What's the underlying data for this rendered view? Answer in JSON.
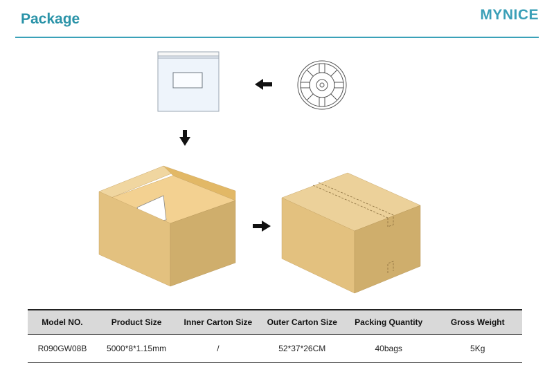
{
  "header": {
    "title": "Package",
    "brand": "MYNICE"
  },
  "colors": {
    "accent": "#2a93a8",
    "cardboard": "#e6c48a",
    "table_header_bg": "#d9d9d9"
  },
  "illustration": {
    "steps": [
      "reel-icon",
      "esd-bag-icon",
      "inner-carton-icon",
      "outer-carton-icon"
    ],
    "arrows": [
      "arrow-left-icon",
      "arrow-down-icon",
      "arrow-right-icon"
    ]
  },
  "table": {
    "headers": [
      "Model NO.",
      "Product Size",
      "Inner Carton Size",
      "Outer Carton Size",
      "Packing Quantity",
      "Gross Weight"
    ],
    "rows": [
      [
        "R090GW08B",
        "5000*8*1.15mm",
        "/",
        "52*37*26CM",
        "40bags",
        "5Kg"
      ]
    ]
  }
}
